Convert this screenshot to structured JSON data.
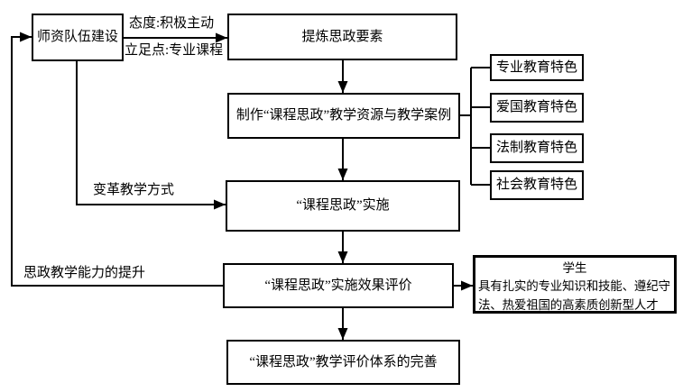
{
  "nodes": {
    "teacher_team": "师资队伍建设",
    "extract_elements": "提炼思政要素",
    "create_resources": "制作“课程思政”教学资源与教学案例",
    "feature_professional": "专业教育特色",
    "feature_patriotic": "爱国教育特色",
    "feature_legal": "法制教育特色",
    "feature_social": "社会教育特色",
    "implementation": "“课程思政”实施",
    "evaluation": "“课程思政”实施效果评价",
    "student_title": "学生",
    "student_description": "具有扎实的专业知识和技能、遵纪守法、热爱祖国的高素质创新型人才",
    "system_improvement": "“课程思政”教学评价体系的完善"
  },
  "edge_labels": {
    "attitude": "态度:积极主动",
    "foothold": "立足点:专业课程",
    "teaching_method": "变革教学方式",
    "ability_improvement": "思政教学能力的提升"
  },
  "colors": {
    "stroke": "#000000",
    "background": "#ffffff",
    "text": "#000000"
  }
}
